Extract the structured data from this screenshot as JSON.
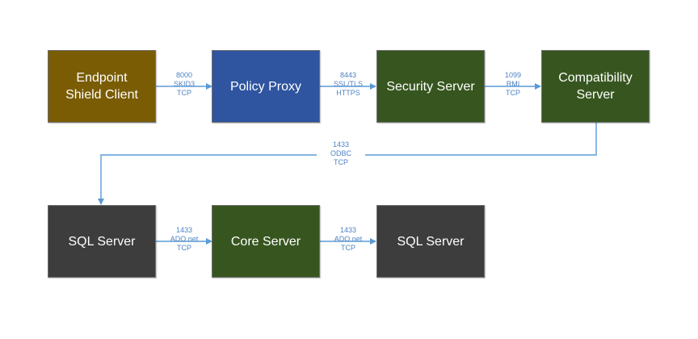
{
  "colors": {
    "olive": "#7a5c04",
    "blue": "#2f54a0",
    "green": "#37561f",
    "dark": "#3d3d3d",
    "connector": "#5b9bd5",
    "label": "#4f83c2"
  },
  "nodes": {
    "endpoint": {
      "label": "Endpoint\nShield Client",
      "color": "olive"
    },
    "policy_proxy": {
      "label": "Policy Proxy",
      "color": "blue"
    },
    "security_server": {
      "label": "Security Server",
      "color": "green"
    },
    "compatibility_server": {
      "label": "Compatibility\nServer",
      "color": "green"
    },
    "sql_server_1": {
      "label": "SQL Server",
      "color": "dark"
    },
    "core_server": {
      "label": "Core Server",
      "color": "green"
    },
    "sql_server_2": {
      "label": "SQL Server",
      "color": "dark"
    }
  },
  "connections": {
    "endpoint_to_proxy": {
      "from": "endpoint",
      "to": "policy_proxy",
      "label": "8000\nSKID3\nTCP"
    },
    "proxy_to_security": {
      "from": "policy_proxy",
      "to": "security_server",
      "label": "8443\nSSL/TLS\nHTTPS"
    },
    "security_to_compat": {
      "from": "security_server",
      "to": "compatibility_server",
      "label": "1099\nRMI\nTCP"
    },
    "compat_to_sql": {
      "from": "compatibility_server",
      "to": "sql_server_1",
      "label": "1433\nODBC\nTCP"
    },
    "sql_to_core": {
      "from": "sql_server_1",
      "to": "core_server",
      "label": "1433\nADO.net\nTCP"
    },
    "core_to_sql": {
      "from": "core_server",
      "to": "sql_server_2",
      "label": "1433\nADO.net\nTCP"
    }
  }
}
